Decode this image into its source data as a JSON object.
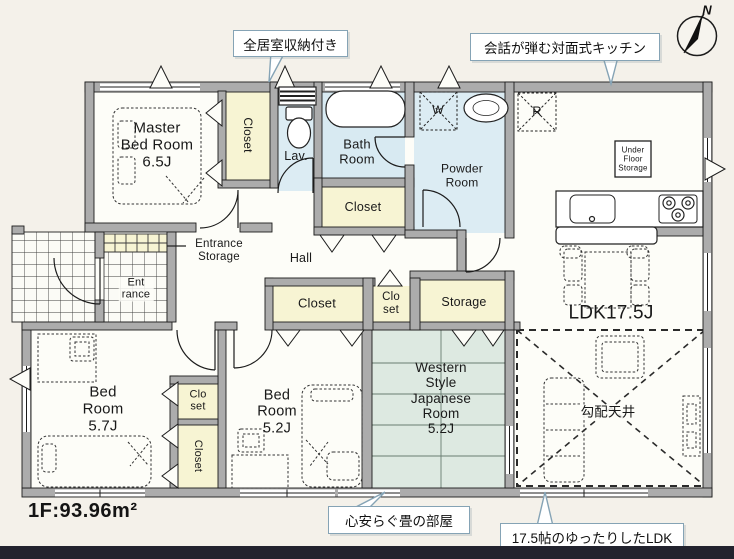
{
  "page": {
    "floor_area_label": "1F:93.96m²"
  },
  "compass": {
    "label": "N"
  },
  "callouts": {
    "all_rooms_storage": "全居室収納付き",
    "open_kitchen": "会話が弾む対面式キッチン",
    "tatami_room": "心安らぐ畳の部屋",
    "spacious_ldk": "17.5帖のゆったりしたLDK"
  },
  "rooms": {
    "master_bedroom": "Master\nBed Room\n6.5J",
    "bedroom_5_7": "Bed\nRoom\n5.7J",
    "bedroom_5_2": "Bed\nRoom\n5.2J",
    "japanese_room": "Western\nStyle\nJapanese\nRoom\n5.2J",
    "ldk": "LDK17.5J",
    "sloped_ceiling": "勾配天井",
    "hall": "Hall",
    "entrance": "Ent\nrance",
    "entrance_storage": "Entrance\nStorage",
    "lavatory": "Lav.",
    "bathroom": "Bath\nRoom",
    "powder_room": "Powder\nRoom",
    "under_floor_storage": "Under\nFloor\nStorage",
    "storage": "Storage",
    "washer": "W",
    "refrigerator": "R",
    "closet_master": "Closet",
    "closet_hall": "Closet",
    "closet_mid": "Closet",
    "closet_mid_small": "Clo\nset",
    "closet_57_upper": "Clo\nset",
    "closet_57_lower": "Closet"
  },
  "colors": {
    "closet_fill": "#f7f4d3",
    "wet_area_fill": "#dcecf3",
    "tatami_fill": "#dde9e1",
    "callout_border": "#85a3b5"
  }
}
